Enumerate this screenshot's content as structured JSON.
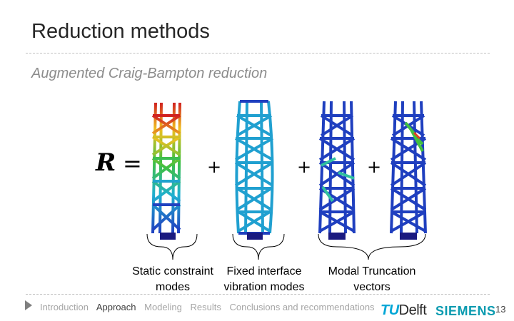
{
  "slide": {
    "title": "Reduction methods",
    "subtitle": "Augmented Craig-Bampton reduction",
    "equation": {
      "symbol": "R",
      "equals": "=",
      "plus": "+"
    },
    "labels": {
      "static": "Static constraint modes",
      "fixed": "Fixed interface vibration modes",
      "modal": "Modal Truncation vectors"
    },
    "nav": {
      "items": [
        "Introduction",
        "Approach",
        "Modeling",
        "Results",
        "Conclusions and recommendations"
      ],
      "active": "Approach"
    },
    "logos": {
      "tudelft_tu": "TU",
      "tudelft_delft": "Delft",
      "siemens": "SIEMENS"
    },
    "page_number": "13"
  },
  "colors": {
    "title": "#262626",
    "subtitle": "#8c8c8c",
    "tower_blue": "#1f3fbf",
    "tudelft": "#00a6d6",
    "siemens": "#0a9bb0"
  }
}
